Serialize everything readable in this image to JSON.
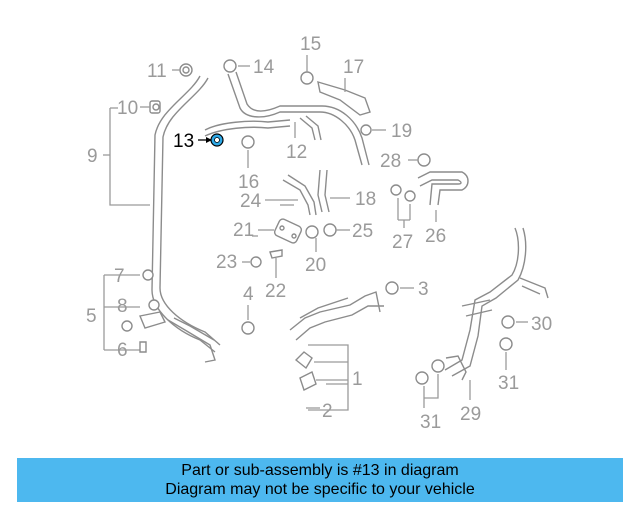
{
  "callouts": [
    {
      "id": "1",
      "text": "1"
    },
    {
      "id": "2",
      "text": "2"
    },
    {
      "id": "3",
      "text": "3"
    },
    {
      "id": "4",
      "text": "4"
    },
    {
      "id": "5",
      "text": "5"
    },
    {
      "id": "6",
      "text": "6"
    },
    {
      "id": "7",
      "text": "7"
    },
    {
      "id": "8",
      "text": "8"
    },
    {
      "id": "9",
      "text": "9"
    },
    {
      "id": "10",
      "text": "10"
    },
    {
      "id": "11",
      "text": "11"
    },
    {
      "id": "12",
      "text": "12"
    },
    {
      "id": "13",
      "text": "13"
    },
    {
      "id": "14",
      "text": "14"
    },
    {
      "id": "15",
      "text": "15"
    },
    {
      "id": "16",
      "text": "16"
    },
    {
      "id": "17",
      "text": "17"
    },
    {
      "id": "18",
      "text": "18"
    },
    {
      "id": "19",
      "text": "19"
    },
    {
      "id": "20",
      "text": "20"
    },
    {
      "id": "21",
      "text": "21"
    },
    {
      "id": "22",
      "text": "22"
    },
    {
      "id": "23",
      "text": "23"
    },
    {
      "id": "24",
      "text": "24"
    },
    {
      "id": "25",
      "text": "25"
    },
    {
      "id": "26",
      "text": "26"
    },
    {
      "id": "27",
      "text": "27"
    },
    {
      "id": "28",
      "text": "28"
    },
    {
      "id": "29",
      "text": "29"
    },
    {
      "id": "30",
      "text": "30"
    },
    {
      "id": "31a",
      "text": "31"
    },
    {
      "id": "31b",
      "text": "31"
    }
  ],
  "highlighted_part": "13",
  "colors": {
    "highlight": "#2ea8e6",
    "banner": "#4db8ef",
    "lines": "#9a9a9a"
  },
  "banner": {
    "line1": "Part or sub-assembly is #13 in diagram",
    "line2": "Diagram may not be specific to your vehicle"
  }
}
